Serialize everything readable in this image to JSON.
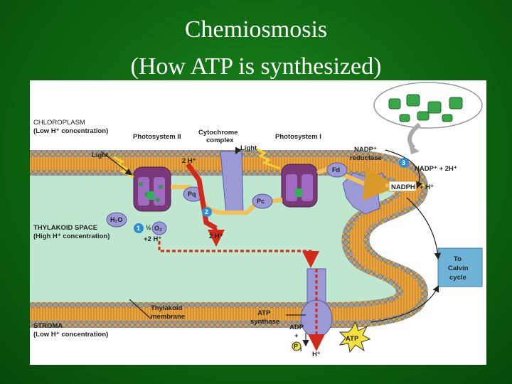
{
  "title": {
    "line1": "Chemiosmosis",
    "line2": "(How ATP is synthesized)"
  },
  "diagram": {
    "chloroplast": "CHLOROPLASM",
    "chloroplast_sub": "(Low H⁺ concentration)",
    "photosystem2": "Photosystem II",
    "cytochrome1": "Cytochrome",
    "cytochrome2": "complex",
    "photosystem1": "Photosystem I",
    "nadp_reductase1": "NADP⁺",
    "nadp_reductase2": "reductase",
    "light_left": "Light",
    "light_mid": "Light",
    "two_h_top": "2 H⁺",
    "nadp_reaction": "NADP⁺ + 2H⁺",
    "nadph": "NADPH",
    "nadph_h": "+ H⁺",
    "pq": "Pq",
    "pc": "Pc",
    "fd": "Fd",
    "water": "H₂O",
    "half": "½",
    "oxygen": "O₂",
    "two_h_left": "+2 H⁺",
    "two_h_mid": "2 H⁺",
    "thylakoid_space": "THYLAKOID SPACE",
    "thylakoid_space_sub": "(High H⁺ concentration)",
    "thylakoid_membrane1": "Thylakoid",
    "thylakoid_membrane2": "membrane",
    "stroma": "STROMA",
    "stroma_sub": "(Low H⁺ concentration)",
    "atp_synthase1": "ATP",
    "atp_synthase2": "synthase",
    "adp": "ADP",
    "plus": "+",
    "pi": "P",
    "pi_sub": "i",
    "h_plus": "H⁺",
    "atp": "ATP",
    "calvin1": "To",
    "calvin2": "Calvin",
    "calvin3": "cycle",
    "step1": "1",
    "step2": "2",
    "step3": "3"
  },
  "colors": {
    "membrane": "#e0a23a",
    "lumen": "#bfe6cf",
    "protein_purple": "#7a3a7a",
    "protein_lilac": "#9b9ad6",
    "calvin_box": "#6fb3d9",
    "h_flow": "#d12a1a",
    "electron_flow": "#f2c15a"
  }
}
